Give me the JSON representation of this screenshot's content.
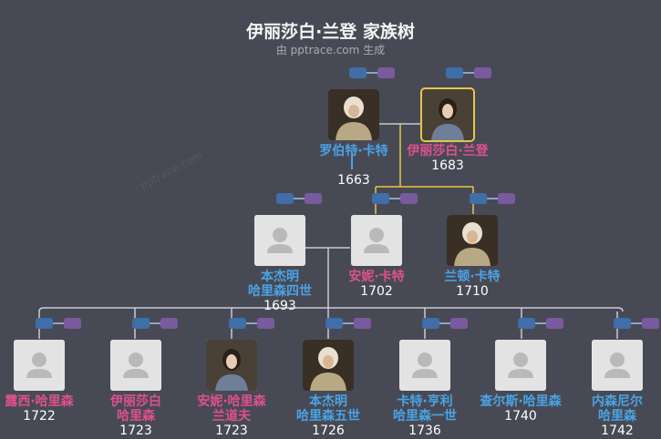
{
  "title": "伊丽莎白·兰登 家族树",
  "subtitle": "由 pptrace.com 生成",
  "watermark": "pptrace.com",
  "colors": {
    "male": "#4aa3e6",
    "female": "#e0508f",
    "highlight": "#e8c44a",
    "line": "#c9cbd0"
  },
  "people": [
    {
      "id": "robert",
      "name": "罗伯特·卡特",
      "name2": "",
      "year": "1663",
      "gender": "male",
      "photo": "portrait",
      "icon": "portrait-man-icon"
    },
    {
      "id": "elizabeth",
      "name": "伊丽莎白·兰登",
      "name2": "",
      "year": "1683",
      "gender": "female",
      "photo": "portrait",
      "icon": "portrait-woman-icon"
    },
    {
      "id": "benjamin4",
      "name": "本杰明",
      "name2": "哈里森四世",
      "year": "1693",
      "gender": "male",
      "photo": "placeholder",
      "icon": "person-placeholder-icon"
    },
    {
      "id": "anne",
      "name": "安妮·卡特",
      "name2": "",
      "year": "1702",
      "gender": "female",
      "photo": "placeholder",
      "icon": "person-placeholder-icon"
    },
    {
      "id": "landon",
      "name": "兰顿·卡特",
      "name2": "",
      "year": "1710",
      "gender": "male",
      "photo": "portrait",
      "icon": "portrait-man-icon"
    },
    {
      "id": "lucy",
      "name": "露西·哈里森",
      "name2": "",
      "year": "1722",
      "gender": "female",
      "photo": "placeholder",
      "icon": "person-placeholder-icon"
    },
    {
      "id": "elizabeth_h",
      "name": "伊丽莎白",
      "name2": "哈里森",
      "year": "1723",
      "gender": "female",
      "photo": "placeholder",
      "icon": "person-placeholder-icon"
    },
    {
      "id": "anne_h",
      "name": "安妮·哈里森",
      "name2": "兰道夫",
      "year": "1723",
      "gender": "female",
      "photo": "portrait",
      "icon": "portrait-woman-icon"
    },
    {
      "id": "benjamin5",
      "name": "本杰明",
      "name2": "哈里森五世",
      "year": "1726",
      "gender": "male",
      "photo": "portrait",
      "icon": "portrait-man-icon"
    },
    {
      "id": "carter",
      "name": "卡特·亨利",
      "name2": "哈里森一世",
      "year": "1736",
      "gender": "male",
      "photo": "placeholder",
      "icon": "person-placeholder-icon"
    },
    {
      "id": "charles",
      "name": "查尔斯·哈里森",
      "name2": "",
      "year": "1740",
      "gender": "male",
      "photo": "placeholder",
      "icon": "person-placeholder-icon"
    },
    {
      "id": "nathaniel",
      "name": "内森尼尔",
      "name2": "哈里森",
      "year": "1742",
      "gender": "male",
      "photo": "placeholder",
      "icon": "person-placeholder-icon"
    }
  ]
}
